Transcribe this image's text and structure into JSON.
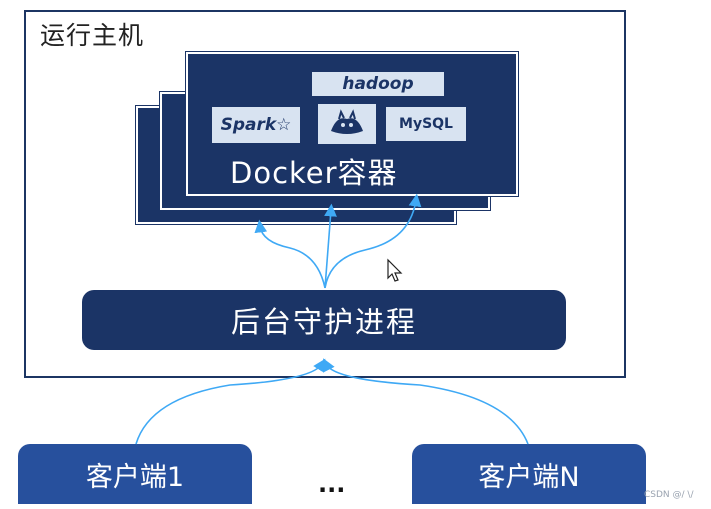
{
  "host": {
    "title": "运行主机"
  },
  "docker": {
    "label": "Docker容器",
    "logos": {
      "hadoop": "hadoop",
      "spark": "Spark",
      "tomcat": "TOMCAT",
      "mysql": "MySQL"
    }
  },
  "daemon": {
    "label": "后台守护进程"
  },
  "clients": {
    "first": "客户端1",
    "ellipsis": "...",
    "last": "客户端N"
  },
  "watermark": "CSDN @/ \\/",
  "colors": {
    "navy": "#1b3466",
    "client_blue": "#27509d",
    "arrow": "#3fa9f5",
    "border": "#1c3563"
  }
}
